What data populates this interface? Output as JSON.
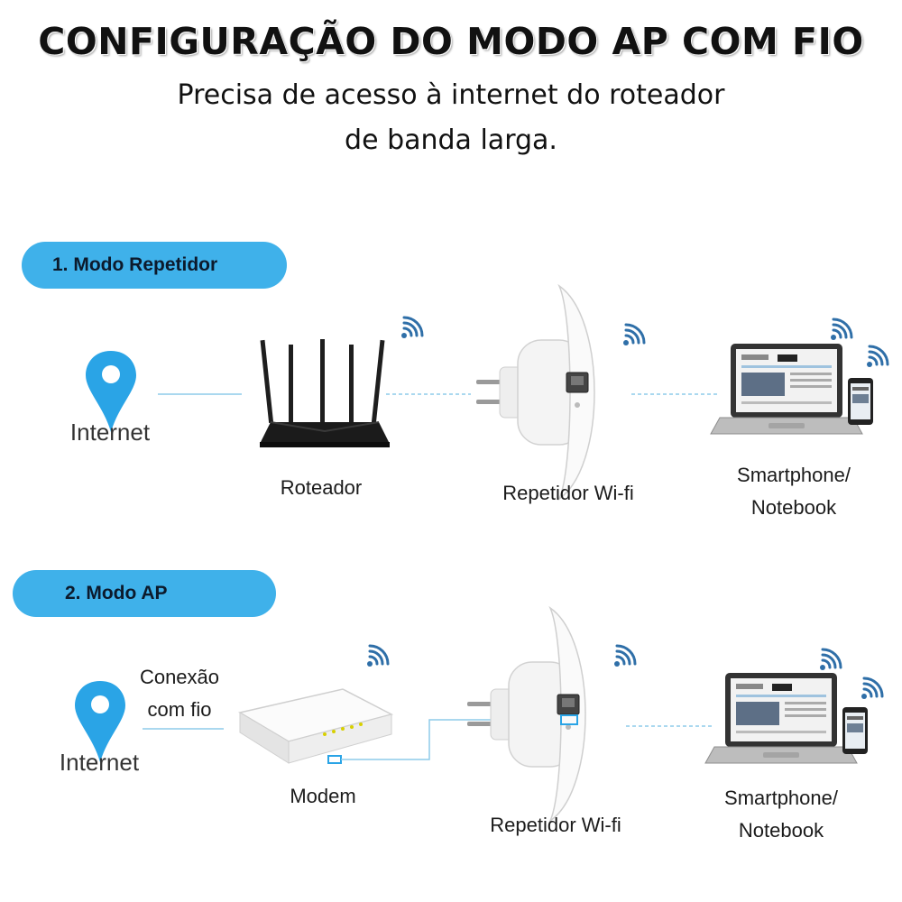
{
  "title": "CONFIGURAÇÃO DO MODO AP COM FIO",
  "subtitle_line1": "Precisa de acesso à internet do roteador",
  "subtitle_line2": "de banda larga.",
  "colors": {
    "pill": "#3fb1ea",
    "pin": "#2aa4e6",
    "wifi": "#2f6fa8",
    "line": "#8ecbea",
    "port": "#2aa4e6"
  },
  "mode1": {
    "label": "1. Modo Repetidor",
    "internet_label": "Internet",
    "router_label": "Roteador",
    "repeater_label": "Repetidor Wi-fi",
    "devices_line1": "Smartphone/",
    "devices_line2": "Notebook"
  },
  "mode2": {
    "label": "2. Modo AP",
    "internet_label": "Internet",
    "wired_line1": "Conexão",
    "wired_line2": "com fio",
    "modem_label": "Modem",
    "repeater_label": "Repetidor Wi-fi",
    "devices_line1": "Smartphone/",
    "devices_line2": "Notebook"
  }
}
